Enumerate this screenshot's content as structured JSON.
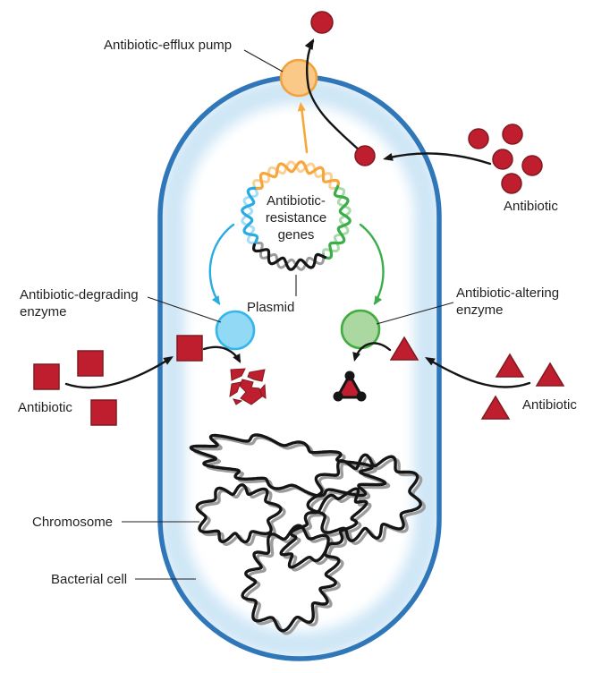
{
  "title": "Bacterial antibiotic-resistance mechanisms diagram",
  "labels": {
    "efflux_pump": "Antibiotic-efflux pump",
    "antibiotic_top": "Antibiotic",
    "resistance_genes": "Antibiotic-\nresistance\ngenes",
    "plasmid": "Plasmid",
    "degrading_enzyme": "Antibiotic-degrading\nenzyme",
    "antibiotic_left": "Antibiotic",
    "altering_enzyme": "Antibiotic-altering\nenzyme",
    "antibiotic_right": "Antibiotic",
    "chromosome": "Chromosome",
    "bacterial_cell": "Bacterial cell"
  },
  "colors": {
    "membrane": "#3077B9",
    "cell_glow": "#CFE6F6",
    "pump_fill": "#FBC987",
    "pump_stroke": "#F2A13C",
    "antibiotic_fill": "#BE1E2D",
    "antibiotic_stroke": "#801A20",
    "degrading_fill": "#92D9F6",
    "degrading_stroke": "#33B6EA",
    "altering_fill": "#ABD7A0",
    "altering_stroke": "#42AC3E",
    "plasmid_orange": "#F7A63C",
    "plasmid_orange_light": "#FAD096",
    "plasmid_green": "#3BAE49",
    "plasmid_green_light": "#A9DAA9",
    "plasmid_blue": "#2AABE2",
    "plasmid_blue_light": "#A5DDF6",
    "plasmid_black": "#151515",
    "plasmid_gray": "#9C9C9C",
    "arrow_black": "#151515",
    "arrow_orange": "#F5A83C",
    "arrow_blue": "#2AABE2",
    "arrow_green": "#3BAE49",
    "pointer_line": "#231F20",
    "text": "#231F20"
  }
}
